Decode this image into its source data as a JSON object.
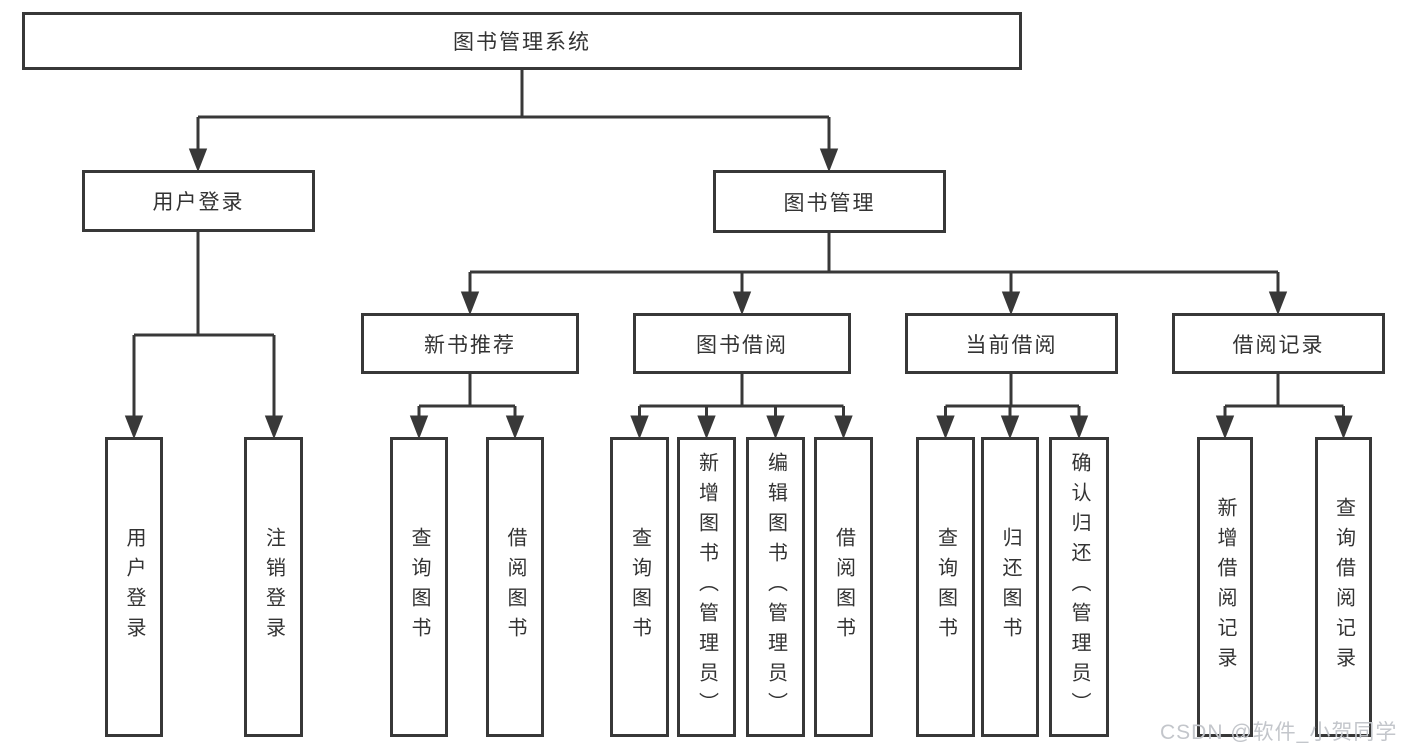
{
  "colors": {
    "line": "#383838",
    "text": "#333333",
    "background": "#ffffff",
    "watermark": "#c3c6cb"
  },
  "watermark": {
    "text": "CSDN @软件_小贺同学"
  },
  "tree": {
    "root": {
      "label": "图书管理系统"
    },
    "level2": [
      {
        "label": "用户登录"
      },
      {
        "label": "图书管理"
      }
    ],
    "level3": [
      {
        "label": "新书推荐"
      },
      {
        "label": "图书借阅"
      },
      {
        "label": "当前借阅"
      },
      {
        "label": "借阅记录"
      }
    ],
    "leaves": {
      "user_login": [
        "用户登录",
        "注销登录"
      ],
      "new_book_recommend": [
        "查询图书",
        "借阅图书"
      ],
      "book_borrowing": [
        "查询图书",
        "新增图书（管理员）",
        "编辑图书（管理员）",
        "借阅图书"
      ],
      "current_borrowing": [
        "查询图书",
        "归还图书",
        "确认归还（管理员）"
      ],
      "borrow_records": [
        "新增借阅记录",
        "查询借阅记录"
      ]
    }
  }
}
